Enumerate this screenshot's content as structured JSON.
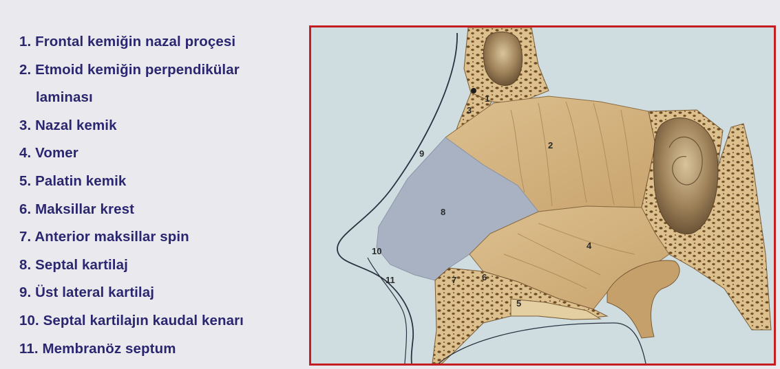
{
  "legend": {
    "items": [
      {
        "text": "1. Frontal kemiğin nazal proçesi"
      },
      {
        "text": "2. Etmoid kemiğin perpendikülar"
      },
      {
        "text": "laminası"
      },
      {
        "text": "3. Nazal kemik"
      },
      {
        "text": "4. Vomer"
      },
      {
        "text": "5. Palatin kemik"
      },
      {
        "text": "6. Maksillar krest"
      },
      {
        "text": "7. Anterior maksillar spin"
      },
      {
        "text": "8. Septal kartilaj"
      },
      {
        "text": "9. Üst lateral kartilaj"
      },
      {
        "text": "10. Septal kartilajın kaudal kenarı"
      },
      {
        "text": "11. Membranöz septum"
      }
    ]
  },
  "figure": {
    "labels": {
      "n1": "1",
      "n2": "2",
      "n3": "3",
      "n4": "4",
      "n5": "5",
      "n6": "6",
      "n7": "7",
      "n8": "8",
      "n9": "9",
      "n10": "10",
      "n11": "11"
    },
    "colors": {
      "frame": "#c41d22",
      "background": "#cfdde0",
      "bone": "#d8b888",
      "cartilage": "#a9b2c2",
      "text": "#2b2670"
    }
  }
}
